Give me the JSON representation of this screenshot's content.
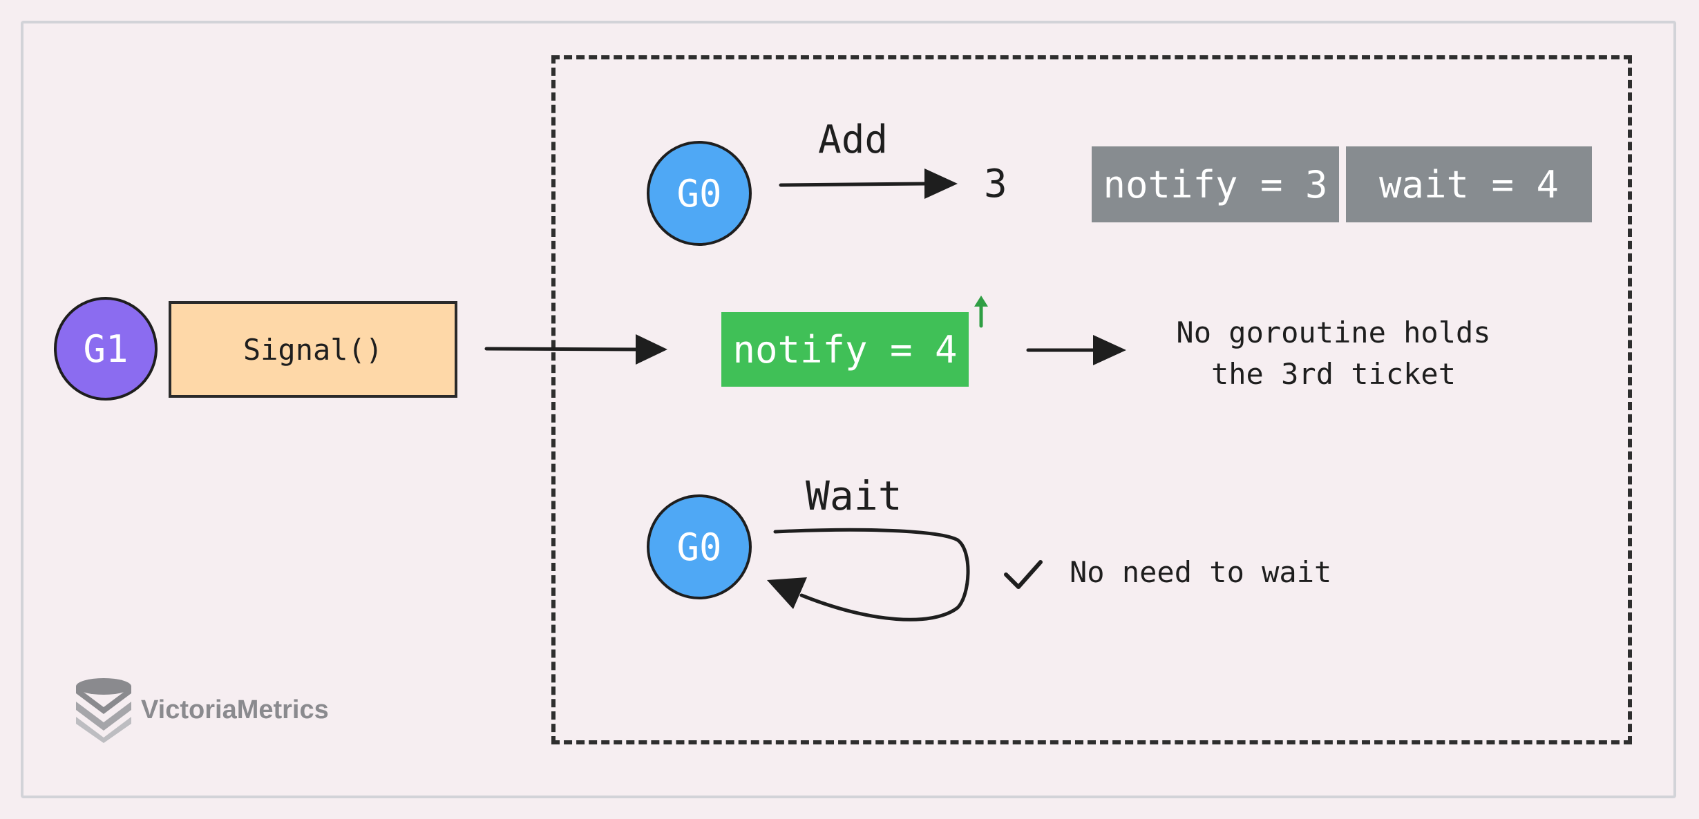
{
  "diagram": {
    "g1_label": "G1",
    "signal_label": "Signal()",
    "g0_top_label": "G0",
    "add_label": "Add",
    "add_result": "3",
    "notify_old": "notify = 3",
    "wait_value": "wait = 4",
    "notify_new": "notify = 4",
    "no_goroutine_line1": "No goroutine holds",
    "no_goroutine_line2": "the 3rd ticket",
    "g0_bottom_label": "G0",
    "wait_label": "Wait",
    "no_need_label": "No need to wait",
    "logo_text": "VictoriaMetrics"
  },
  "colors": {
    "background": "#f6eef1",
    "g1_fill": "#8b6cf0",
    "g0_fill": "#4fa8f5",
    "signal_fill": "#fed8a8",
    "gray_box": "#878c90",
    "green_box": "#40c057",
    "up_arrow": "#2f9e44"
  }
}
